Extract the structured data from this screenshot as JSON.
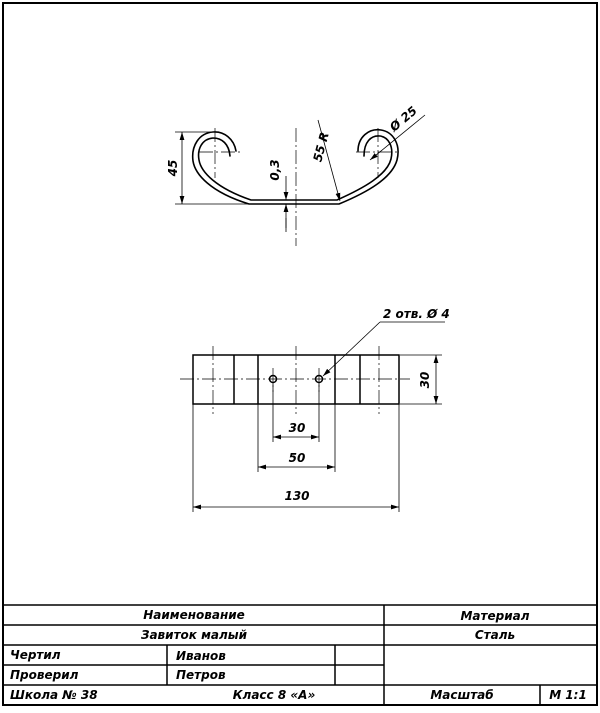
{
  "drawing": {
    "top_view_dims": {
      "height": "45",
      "thickness": "0,3",
      "radius": "55 R",
      "diameter": "Ø 25"
    },
    "front_view_dims": {
      "holes_note": "2 отв. Ø 4",
      "height": "30",
      "hole_spacing": "30",
      "middle_width": "50",
      "overall_length": "130"
    }
  },
  "title_block": {
    "name_header": "Наименование",
    "name_value": "Завиток малый",
    "material_header": "Материал",
    "material_value": "Сталь",
    "drawn_label": "Чертил",
    "drawn_value": "Иванов",
    "checked_label": "Проверил",
    "checked_value": "Петров",
    "school": "Школа № 38",
    "class_label": "Класс 8 «А»",
    "scale_label": "Масштаб",
    "scale_value": "М 1:1"
  }
}
